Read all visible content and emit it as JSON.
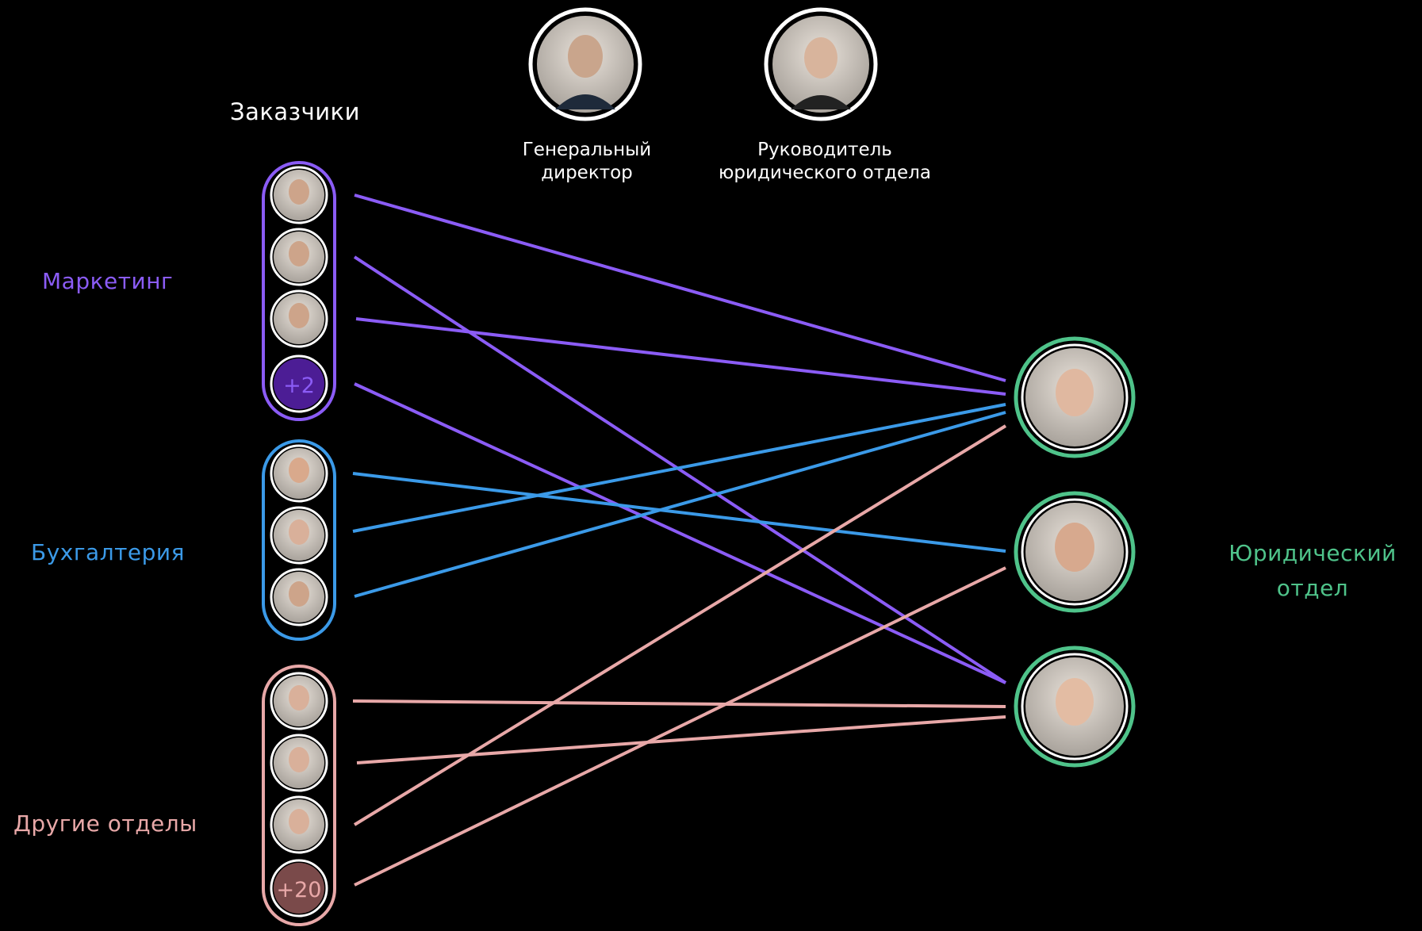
{
  "header": {
    "customers_label": "Заказчики"
  },
  "executives": [
    {
      "role": "Генеральный директор",
      "role_lines": [
        "Генеральный",
        "директор"
      ]
    },
    {
      "role": "Руководитель юридического отдела",
      "role_lines": [
        "Руководитель",
        "юридического отдела"
      ]
    }
  ],
  "departments": [
    {
      "name": "Маркетинг",
      "color": "#8b5cf6",
      "badge_fill": "#4c1d95",
      "more_count": "+2"
    },
    {
      "name": "Бухгалтерия",
      "color": "#3b9ae8"
    },
    {
      "name": "Другие отделы",
      "color": "#e8a8a8",
      "badge_fill": "#7a4a4a",
      "more_count": "+20"
    }
  ],
  "legal": {
    "name": "Юридический отдел",
    "name_lines": [
      "Юридический",
      "отдел"
    ],
    "color": "#4fc38a"
  },
  "colors": {
    "background": "#000000",
    "avatar_ring": "#ffffff",
    "avatar_fill": "#cfcfcf"
  },
  "connections": [
    {
      "from_department": "Маркетинг",
      "from_slot": 1,
      "to_legal_member": 1
    },
    {
      "from_department": "Маркетинг",
      "from_slot": 2,
      "to_legal_member": 3
    },
    {
      "from_department": "Маркетинг",
      "from_slot": 3,
      "to_legal_member": 1
    },
    {
      "from_department": "Маркетинг",
      "from_slot": 4,
      "to_legal_member": 3
    },
    {
      "from_department": "Бухгалтерия",
      "from_slot": 1,
      "to_legal_member": 2
    },
    {
      "from_department": "Бухгалтерия",
      "from_slot": 2,
      "to_legal_member": 1
    },
    {
      "from_department": "Бухгалтерия",
      "from_slot": 3,
      "to_legal_member": 1
    },
    {
      "from_department": "Другие отделы",
      "from_slot": 1,
      "to_legal_member": 3
    },
    {
      "from_department": "Другие отделы",
      "from_slot": 2,
      "to_legal_member": 3
    },
    {
      "from_department": "Другие отделы",
      "from_slot": 3,
      "to_legal_member": 1
    },
    {
      "from_department": "Другие отделы",
      "from_slot": 4,
      "to_legal_member": 2
    }
  ]
}
